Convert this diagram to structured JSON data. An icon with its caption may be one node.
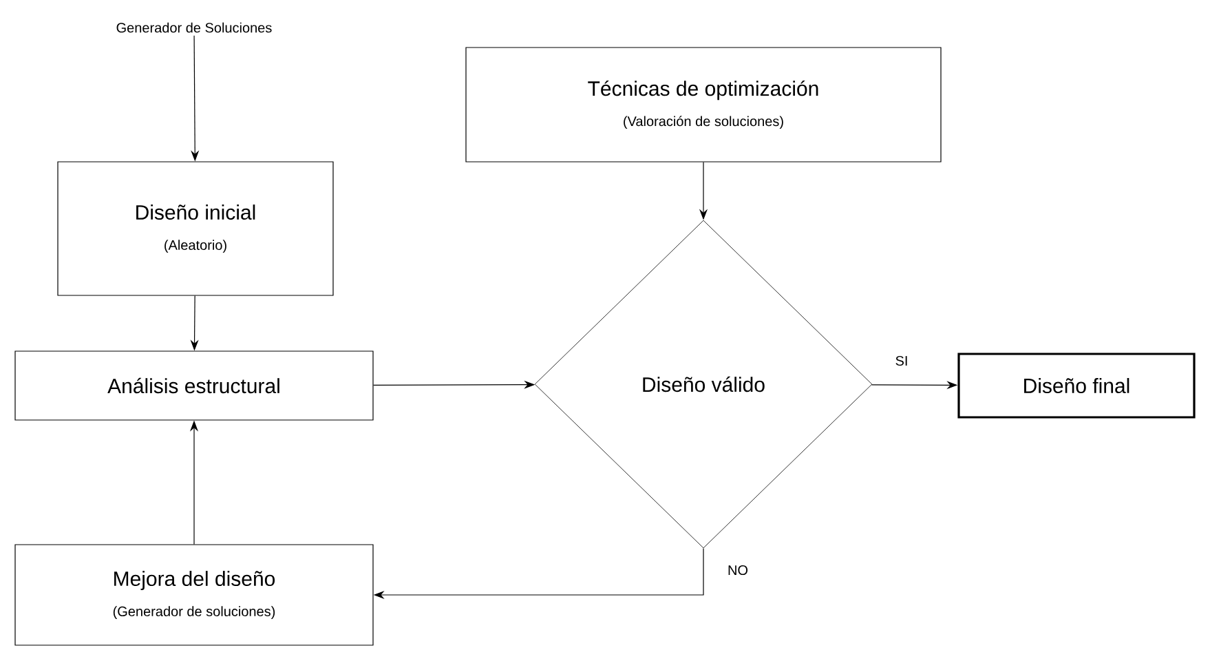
{
  "diagram": {
    "nodes": [
      {
        "text": [
          "Generador de Soluciones"
        ]
      },
      {
        "text": [
          "Diseño inicial",
          "(Aleatorio)"
        ]
      },
      {
        "text": [
          "Análisis estructural"
        ]
      },
      {
        "text": [
          "Técnicas de optimización",
          "(Valoración de soluciones)"
        ]
      },
      {
        "text": [
          "Diseño válido"
        ]
      },
      {
        "text": [
          "Diseño final"
        ]
      },
      {
        "text": [
          "Mejora del diseño",
          "(Generador de soluciones)"
        ]
      }
    ],
    "edges": [
      {
        "from": 0,
        "to": 1,
        "arrow": "to"
      },
      {
        "from": 1,
        "to": 2,
        "arrow": "to"
      },
      {
        "from": 2,
        "to": 4,
        "arrow": "to"
      },
      {
        "from": 3,
        "to": 4,
        "arrow": "to"
      },
      {
        "from": 4,
        "to": 5,
        "arrow": "to",
        "label": "SI"
      },
      {
        "from": 4,
        "to": 6,
        "arrow": "to",
        "label": "NO"
      },
      {
        "from": 6,
        "to": 2,
        "arrow": "to"
      }
    ]
  }
}
